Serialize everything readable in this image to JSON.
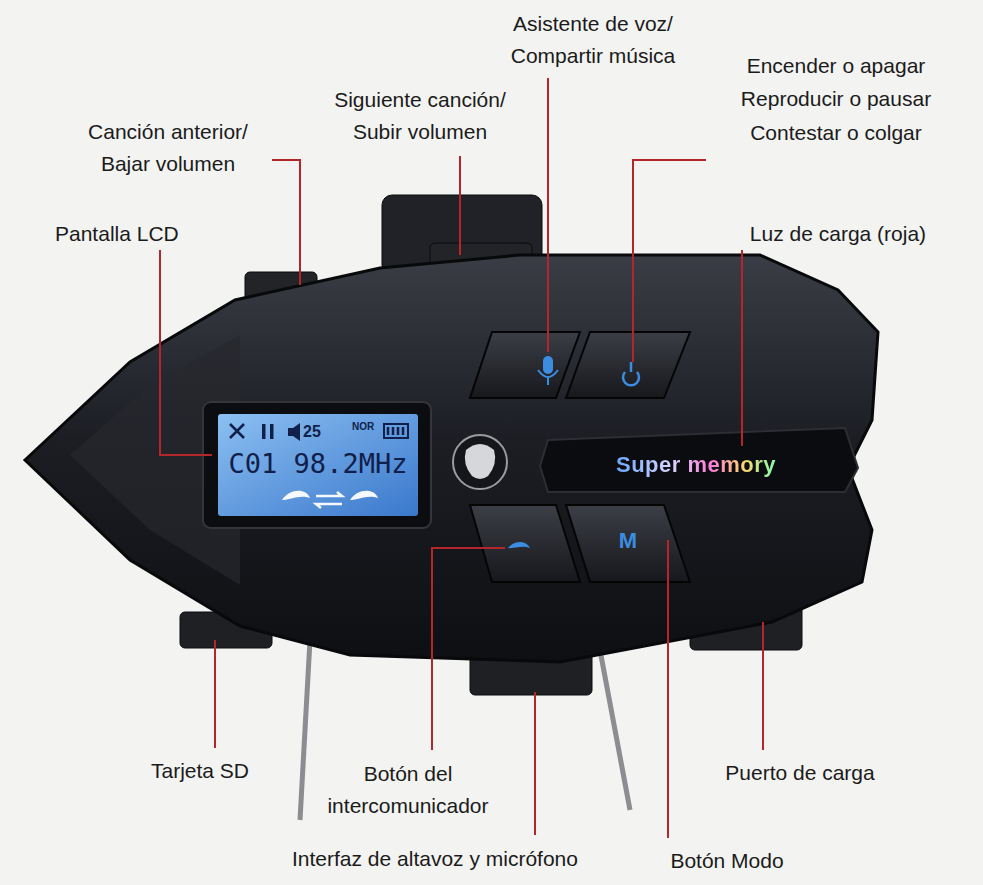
{
  "diagram": {
    "labels": [
      "Asistente de voz/ Compartir música",
      "Encender o apagar",
      "Reproducir o pausar",
      "Contestar o colgar",
      "Siguiente canción/ Subir volumen",
      "Canción anterior/ Bajar volumen",
      "Pantalla LCD",
      "Luz de carga (roja)",
      "25",
      "NOR",
      "C01 98.2MHz",
      "Super memory",
      "M",
      "Tarjeta SD",
      "Botón del intercomunicador",
      "Puerto de carga",
      "Interfaz de altavoz y micrófono",
      "Botón Modo"
    ]
  }
}
